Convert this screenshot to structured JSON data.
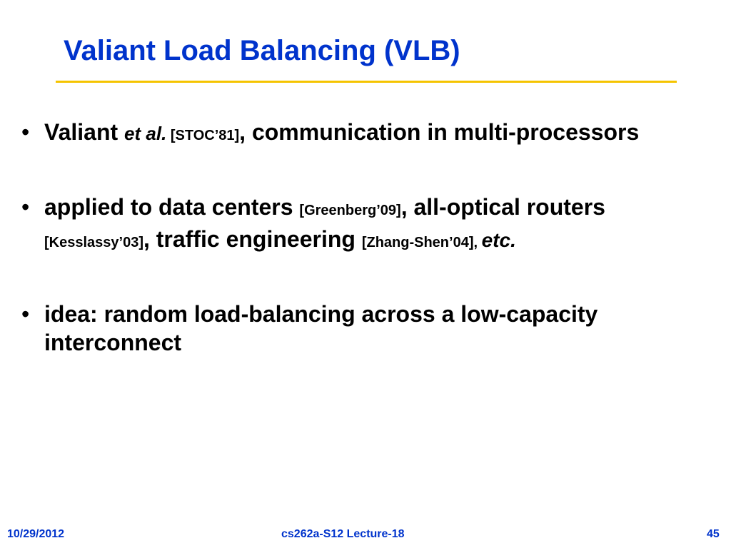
{
  "slide": {
    "title": "Valiant Load Balancing (VLB)",
    "bullet_char": "•",
    "bullets": [
      {
        "t1": "Valiant ",
        "t2": "et al.",
        "t3": " [STOC’81]",
        "t4": ", communication in multi-processors"
      },
      {
        "t1": "applied to data centers ",
        "t2": "[Greenberg’09]",
        "t3": ", all-optical routers ",
        "t4": "[Kesslassy’03]",
        "t5": ", traffic engineering ",
        "t6": "[Zhang-Shen’04]",
        "t7": ", ",
        "t8": "etc."
      },
      {
        "t1": "idea: random load-balancing across a low-capacity interconnect"
      }
    ]
  },
  "footer": {
    "date": "10/29/2012",
    "course": "cs262a-S12 Lecture-18",
    "page": "45"
  },
  "colors": {
    "title": "#0033cc",
    "rule": "#f5c400",
    "footer": "#0033cc"
  }
}
